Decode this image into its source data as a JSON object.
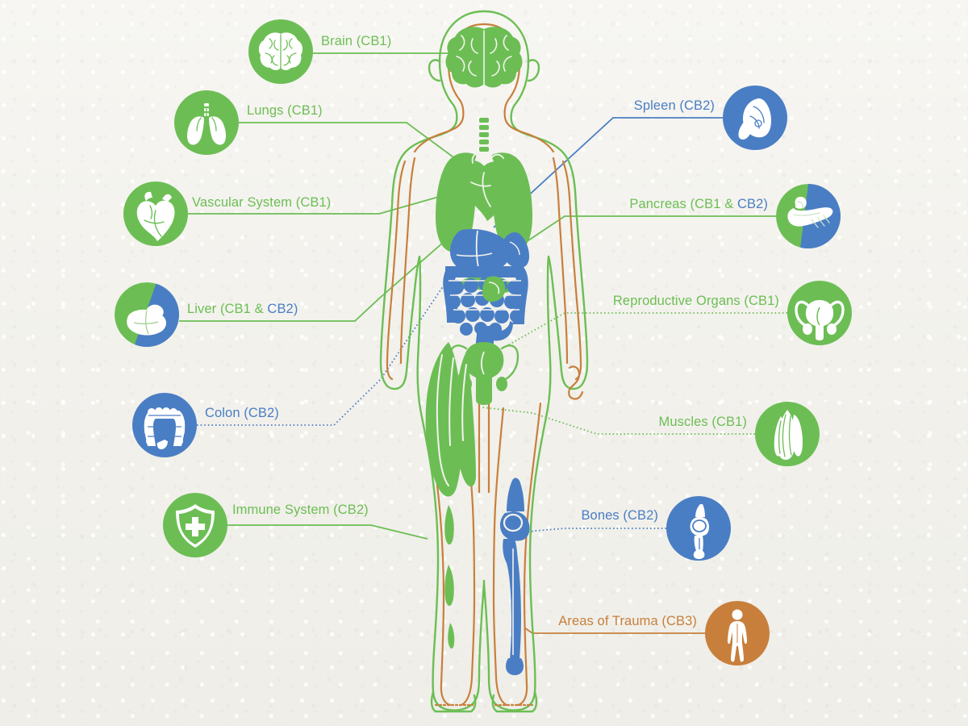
{
  "theme": {
    "background": "#f4f2ee",
    "green": "#6cbe54",
    "blue": "#4a7ec4",
    "orange": "#c87f3c",
    "icon_fill": "#ffffff"
  },
  "receptors": {
    "cb1": "CB1",
    "cb2": "CB2",
    "cb3": "CB3"
  },
  "body": {
    "name": "human-body-silhouette",
    "outline_color": "#6cbe54",
    "nervous_color": "#c87f3c",
    "organs": [
      {
        "name": "brain",
        "color": "#6cbe54"
      },
      {
        "name": "lungs",
        "color": "#6cbe54"
      },
      {
        "name": "heart",
        "color": "#6cbe54"
      },
      {
        "name": "trachea",
        "color": "#6cbe54"
      },
      {
        "name": "liver",
        "color": "#4a7ec4"
      },
      {
        "name": "spleen",
        "color": "#4a7ec4"
      },
      {
        "name": "pancreas",
        "color": "#6cbe54"
      },
      {
        "name": "intestines",
        "color": "#4a7ec4"
      },
      {
        "name": "colon",
        "color": "#4a7ec4"
      },
      {
        "name": "reproductive-organs",
        "color": "#6cbe54"
      },
      {
        "name": "muscles",
        "color": "#6cbe54"
      },
      {
        "name": "leg-bone",
        "color": "#4a7ec4"
      }
    ]
  },
  "callouts": [
    {
      "id": "brain",
      "icon": "brain-icon",
      "label_main": "Brain (CB1)",
      "label_alt": "",
      "color": "#6cbe54",
      "alt_color": "",
      "circle_style": "solid-green",
      "line_style": "solid",
      "side": "left"
    },
    {
      "id": "lungs",
      "icon": "lungs-icon",
      "label_main": "Lungs (CB1)",
      "label_alt": "",
      "color": "#6cbe54",
      "alt_color": "",
      "circle_style": "solid-green",
      "line_style": "solid",
      "side": "left"
    },
    {
      "id": "vascular-system",
      "icon": "heart-icon",
      "label_main": "Vascular System (CB1)",
      "label_alt": "",
      "color": "#6cbe54",
      "alt_color": "",
      "circle_style": "solid-green",
      "line_style": "solid",
      "side": "left"
    },
    {
      "id": "liver",
      "icon": "liver-icon",
      "label_main": "Liver (CB1 & ",
      "label_alt": "CB2)",
      "color": "#6cbe54",
      "alt_color": "#4a7ec4",
      "circle_style": "split-green-blue",
      "line_style": "solid",
      "side": "left"
    },
    {
      "id": "colon",
      "icon": "colon-icon",
      "label_main": "Colon (CB2)",
      "label_alt": "",
      "color": "#4a7ec4",
      "alt_color": "",
      "circle_style": "solid-blue",
      "line_style": "dotted",
      "side": "left"
    },
    {
      "id": "immune-system",
      "icon": "shield-plus-icon",
      "label_main": "Immune System (CB2)",
      "label_alt": "",
      "color": "#6cbe54",
      "alt_color": "",
      "circle_style": "solid-green",
      "line_style": "solid",
      "side": "left"
    },
    {
      "id": "spleen",
      "icon": "spleen-icon",
      "label_main": "Spleen (CB2)",
      "label_alt": "",
      "color": "#4a7ec4",
      "alt_color": "",
      "circle_style": "solid-blue",
      "line_style": "solid",
      "side": "right"
    },
    {
      "id": "pancreas",
      "icon": "pancreas-icon",
      "label_main": "Pancreas (CB1 & ",
      "label_alt": "CB2)",
      "color": "#6cbe54",
      "alt_color": "#4a7ec4",
      "circle_style": "split-green-blue",
      "line_style": "solid",
      "side": "right"
    },
    {
      "id": "reproductive-organs",
      "icon": "reproductive-organs-icon",
      "label_main": "Reproductive Organs (CB1)",
      "label_alt": "",
      "color": "#6cbe54",
      "alt_color": "",
      "circle_style": "solid-green",
      "line_style": "dotted",
      "side": "right"
    },
    {
      "id": "muscles",
      "icon": "muscle-icon",
      "label_main": "Muscles (CB1)",
      "label_alt": "",
      "color": "#6cbe54",
      "alt_color": "",
      "circle_style": "solid-green",
      "line_style": "dotted",
      "side": "right"
    },
    {
      "id": "bones",
      "icon": "bone-icon",
      "label_main": "Bones (CB2)",
      "label_alt": "",
      "color": "#4a7ec4",
      "alt_color": "",
      "circle_style": "solid-blue",
      "line_style": "dotted",
      "side": "right"
    },
    {
      "id": "areas-of-trauma",
      "icon": "human-figure-icon",
      "label_main": "Areas of Trauma (CB3)",
      "label_alt": "",
      "color": "#c87f3c",
      "alt_color": "",
      "circle_style": "solid-orange",
      "line_style": "solid",
      "side": "right"
    }
  ]
}
